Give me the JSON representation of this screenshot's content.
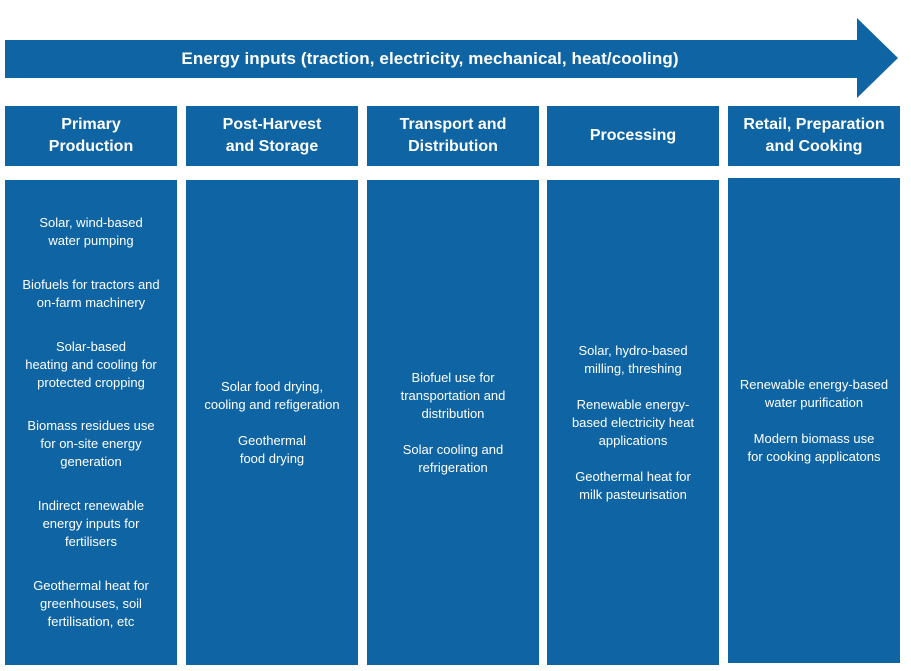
{
  "arrow": {
    "label": "Energy inputs (traction, electricity, mechanical, heat/cooling)",
    "color": "#0f64a3"
  },
  "columns": [
    {
      "title": "Primary\nProduction",
      "items": [
        "Solar, wind-based\nwater pumping",
        "Biofuels for tractors and\non-farm machinery",
        "Solar-based\nheating and cooling for\nprotected cropping",
        "Biomass residues use\nfor on-site energy\ngeneration",
        "Indirect renewable\nenergy inputs for\nfertilisers",
        "Geothermal heat for\ngreenhouses, soil\nfertilisation, etc"
      ]
    },
    {
      "title": "Post-Harvest\nand Storage",
      "items": [
        "Solar food drying,\ncooling and refigeration",
        "Geothermal\nfood drying"
      ]
    },
    {
      "title": "Transport and\nDistribution",
      "items": [
        "Biofuel use for\ntransportation and\ndistribution",
        "Solar cooling and\nrefrigeration"
      ]
    },
    {
      "title": "Processing",
      "items": [
        "Solar, hydro-based\nmilling, threshing",
        "Renewable energy-\nbased electricity heat\napplications",
        "Geothermal heat for\nmilk pasteurisation"
      ]
    },
    {
      "title": "Retail, Preparation\nand Cooking",
      "items": [
        "Renewable energy-based\nwater purification",
        "Modern biomass use\nfor cooking applicatons"
      ]
    }
  ]
}
